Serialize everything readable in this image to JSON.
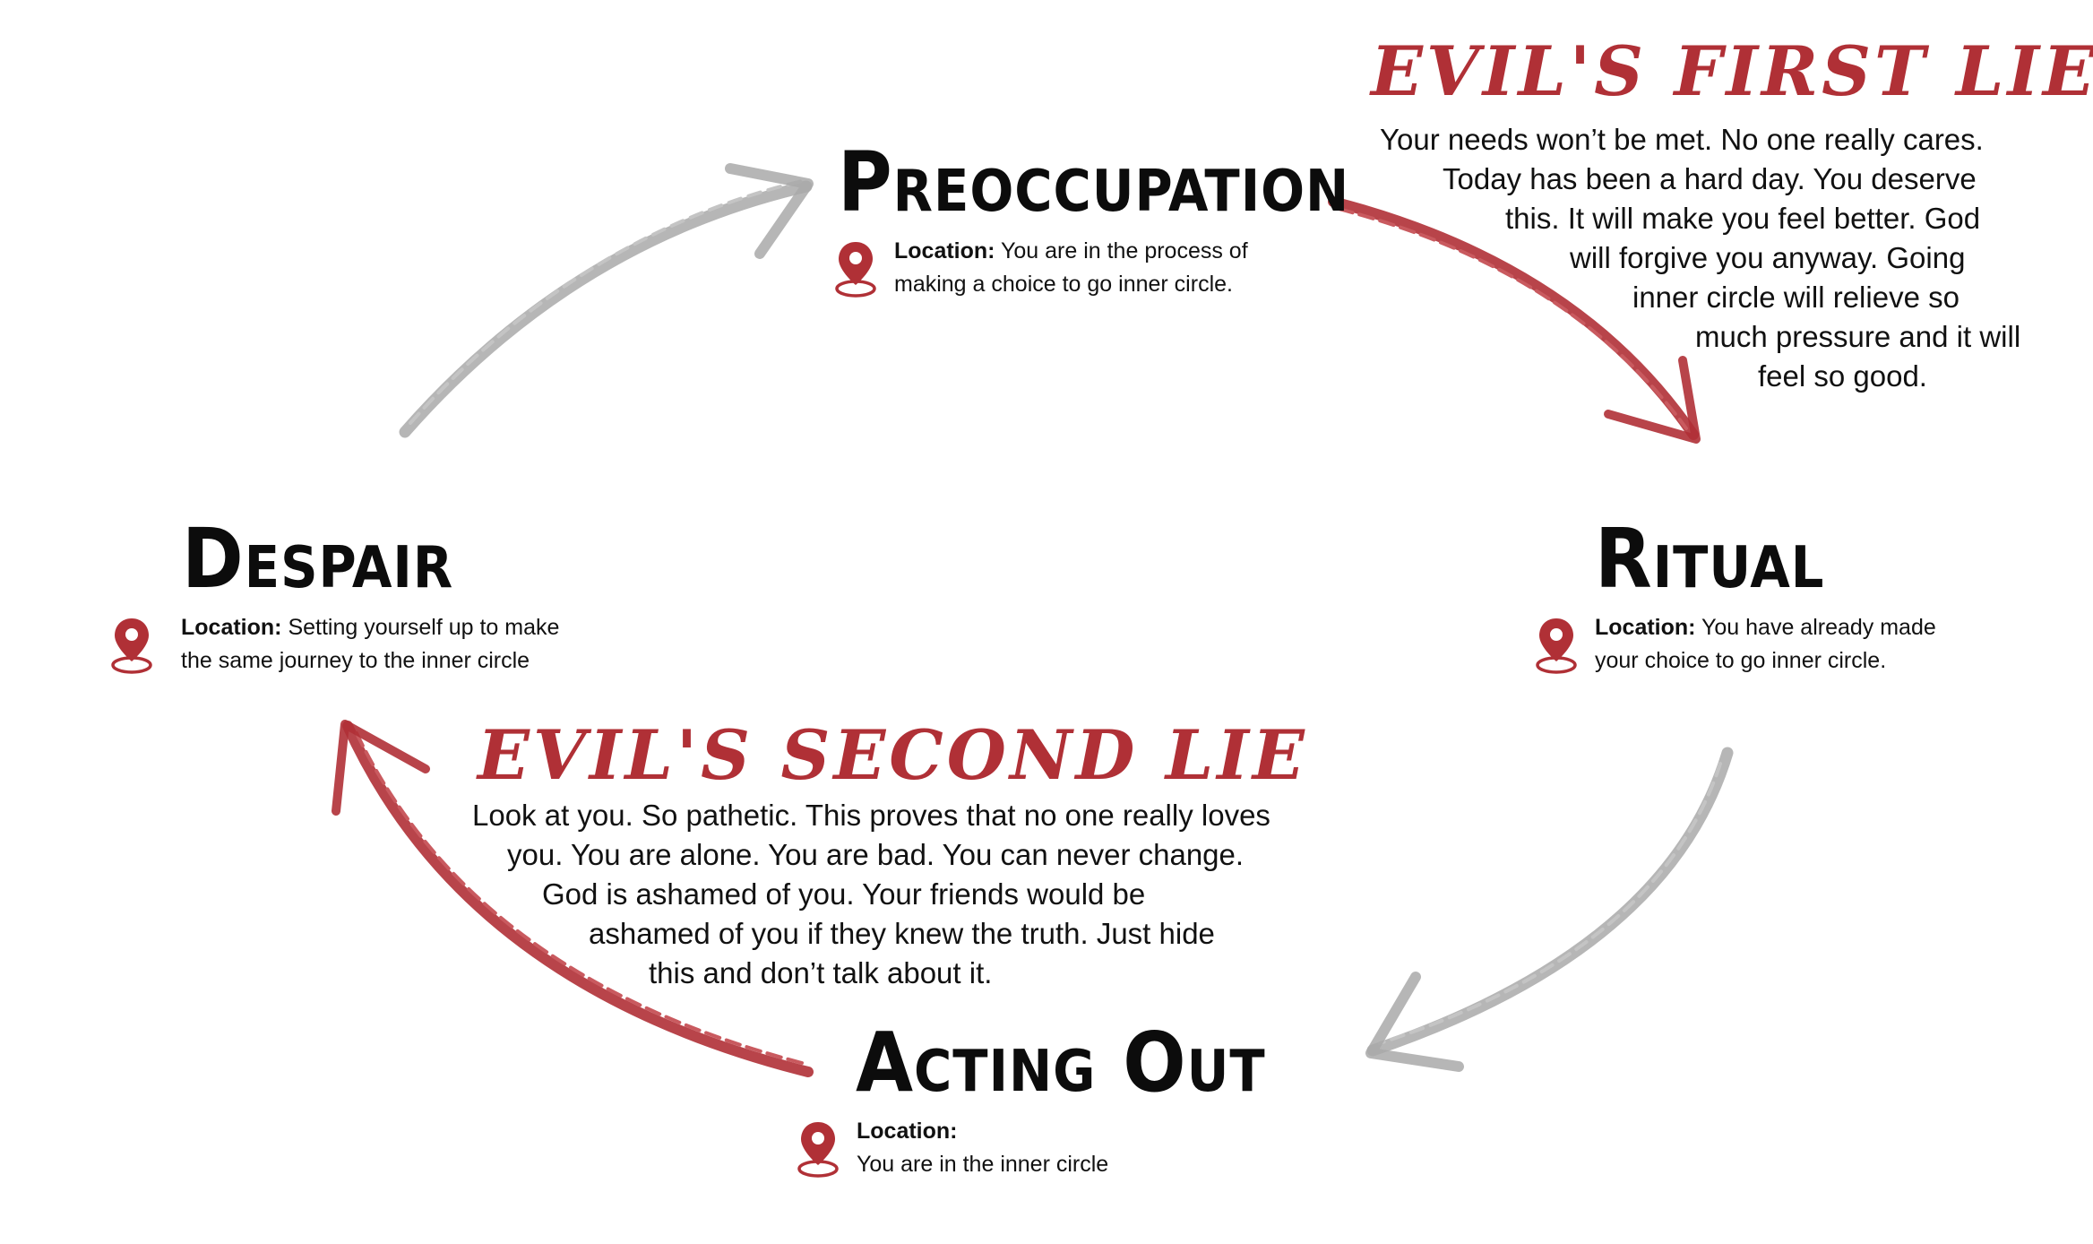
{
  "colors": {
    "accent_red": "#b03036",
    "arrow_gray": "#a9a9a9",
    "text": "#111111"
  },
  "stages": {
    "preoccupation": {
      "title": "Preoccupation",
      "location_label": "Location:",
      "location_lines": [
        "You are in the process of",
        "making a choice to go inner circle."
      ]
    },
    "ritual": {
      "title": "Ritual",
      "location_label": "Location:",
      "location_lines": [
        "You have already made",
        "your choice to go inner circle."
      ]
    },
    "acting_out": {
      "title": "Acting Out",
      "location_label": "Location:",
      "location_lines": [
        "",
        "You are in the inner circle"
      ]
    },
    "despair": {
      "title": "Despair",
      "location_label": "Location:",
      "location_lines": [
        "Setting yourself up to make",
        "the same journey to the inner circle"
      ]
    }
  },
  "lies": {
    "first": {
      "title": "EVIL'S FIRST LIE",
      "lines": [
        "Your needs won’t be met. No one really cares.",
        "Today has been a hard day. You deserve",
        "this. It will make you feel better. God",
        "will forgive you anyway. Going",
        "inner circle will relieve so",
        "much pressure and it will",
        "feel so good."
      ]
    },
    "second": {
      "title": "EVIL'S SECOND LIE",
      "lines": [
        "Look at you. So pathetic. This proves that no one really loves",
        "you. You are alone. You are bad. You can never change.",
        "God is ashamed of you. Your friends would be",
        "ashamed of you if they knew the truth. Just hide",
        "this and don’t talk about it."
      ]
    }
  },
  "arrows": [
    {
      "from": "despair",
      "to": "preoccupation",
      "color": "gray"
    },
    {
      "from": "preoccupation",
      "to": "ritual",
      "color": "red"
    },
    {
      "from": "ritual",
      "to": "acting_out",
      "color": "gray"
    },
    {
      "from": "acting_out",
      "to": "despair",
      "color": "red"
    }
  ]
}
